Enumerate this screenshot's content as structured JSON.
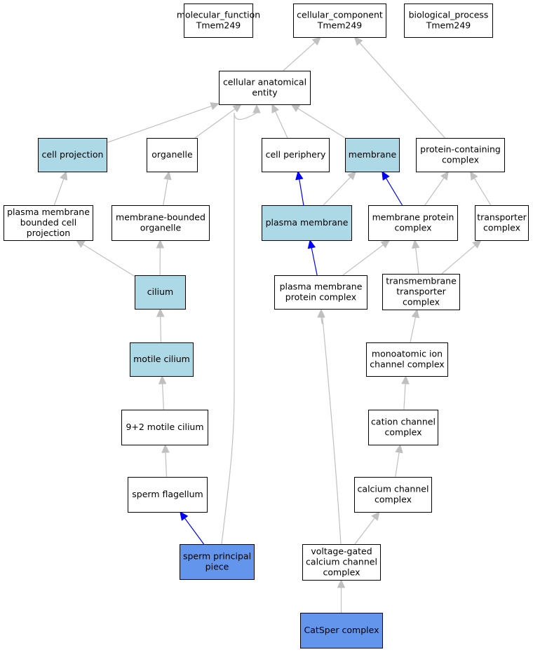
{
  "colors": {
    "plain": "#ffffff",
    "highlight": "#add8e6",
    "annotated": "#6495ed",
    "edge_default": "#c0c0c0",
    "edge_emphasis": "#0000ff"
  },
  "nodes": [
    {
      "id": "mf",
      "lines": [
        "molecular_function",
        "Tmem249"
      ],
      "style": "plain"
    },
    {
      "id": "cc",
      "lines": [
        "cellular_component",
        "Tmem249"
      ],
      "style": "plain"
    },
    {
      "id": "bp",
      "lines": [
        "biological_process",
        "Tmem249"
      ],
      "style": "plain"
    },
    {
      "id": "cae",
      "lines": [
        "cellular anatomical",
        "entity"
      ],
      "style": "plain"
    },
    {
      "id": "cproj",
      "lines": [
        "cell projection"
      ],
      "style": "highlight"
    },
    {
      "id": "org",
      "lines": [
        "organelle"
      ],
      "style": "plain"
    },
    {
      "id": "cper",
      "lines": [
        "cell periphery"
      ],
      "style": "plain"
    },
    {
      "id": "mem",
      "lines": [
        "membrane"
      ],
      "style": "highlight"
    },
    {
      "id": "pcc",
      "lines": [
        "protein-containing",
        "complex"
      ],
      "style": "plain"
    },
    {
      "id": "pmbcp",
      "lines": [
        "plasma membrane",
        "bounded cell",
        "projection"
      ],
      "style": "plain"
    },
    {
      "id": "mbo",
      "lines": [
        "membrane-bounded",
        "organelle"
      ],
      "style": "plain"
    },
    {
      "id": "pm",
      "lines": [
        "plasma membrane"
      ],
      "style": "highlight"
    },
    {
      "id": "mpc",
      "lines": [
        "membrane protein",
        "complex"
      ],
      "style": "plain"
    },
    {
      "id": "tc",
      "lines": [
        "transporter",
        "complex"
      ],
      "style": "plain"
    },
    {
      "id": "cil",
      "lines": [
        "cilium"
      ],
      "style": "highlight"
    },
    {
      "id": "pmpc",
      "lines": [
        "plasma membrane",
        "protein complex"
      ],
      "style": "plain"
    },
    {
      "id": "tmtc",
      "lines": [
        "transmembrane",
        "transporter",
        "complex"
      ],
      "style": "plain"
    },
    {
      "id": "mcil",
      "lines": [
        "motile cilium"
      ],
      "style": "highlight"
    },
    {
      "id": "mich",
      "lines": [
        "monoatomic ion",
        "channel complex"
      ],
      "style": "plain"
    },
    {
      "id": "m92",
      "lines": [
        "9+2 motile cilium"
      ],
      "style": "plain"
    },
    {
      "id": "cat",
      "lines": [
        "cation channel",
        "complex"
      ],
      "style": "plain"
    },
    {
      "id": "sf",
      "lines": [
        "sperm flagellum"
      ],
      "style": "plain"
    },
    {
      "id": "cach",
      "lines": [
        "calcium channel",
        "complex"
      ],
      "style": "plain"
    },
    {
      "id": "spp",
      "lines": [
        "sperm principal",
        "piece"
      ],
      "style": "annotated"
    },
    {
      "id": "vgcc",
      "lines": [
        "voltage-gated",
        "calcium channel",
        "complex"
      ],
      "style": "plain"
    },
    {
      "id": "csp",
      "lines": [
        "CatSper complex"
      ],
      "style": "annotated"
    }
  ],
  "edges": [
    {
      "from": "cae",
      "to": "cc",
      "style": "default"
    },
    {
      "from": "pcc",
      "to": "cc",
      "style": "default"
    },
    {
      "from": "cproj",
      "to": "cae",
      "style": "default"
    },
    {
      "from": "org",
      "to": "cae",
      "style": "default"
    },
    {
      "from": "cper",
      "to": "cae",
      "style": "default"
    },
    {
      "from": "mem",
      "to": "cae",
      "style": "default"
    },
    {
      "from": "spp",
      "to": "cae",
      "style": "default"
    },
    {
      "from": "pmbcp",
      "to": "cproj",
      "style": "default"
    },
    {
      "from": "mbo",
      "to": "org",
      "style": "default"
    },
    {
      "from": "pm",
      "to": "cper",
      "style": "emphasis"
    },
    {
      "from": "pm",
      "to": "mem",
      "style": "default"
    },
    {
      "from": "mpc",
      "to": "mem",
      "style": "emphasis"
    },
    {
      "from": "mpc",
      "to": "pcc",
      "style": "default"
    },
    {
      "from": "tc",
      "to": "pcc",
      "style": "default"
    },
    {
      "from": "cil",
      "to": "pmbcp",
      "style": "default"
    },
    {
      "from": "cil",
      "to": "mbo",
      "style": "default"
    },
    {
      "from": "pmpc",
      "to": "pm",
      "style": "emphasis"
    },
    {
      "from": "pmpc",
      "to": "mpc",
      "style": "default"
    },
    {
      "from": "tmtc",
      "to": "mpc",
      "style": "default"
    },
    {
      "from": "tmtc",
      "to": "tc",
      "style": "default"
    },
    {
      "from": "mcil",
      "to": "cil",
      "style": "default"
    },
    {
      "from": "mich",
      "to": "tmtc",
      "style": "default"
    },
    {
      "from": "m92",
      "to": "mcil",
      "style": "default"
    },
    {
      "from": "cat",
      "to": "mich",
      "style": "default"
    },
    {
      "from": "sf",
      "to": "m92",
      "style": "default"
    },
    {
      "from": "cach",
      "to": "cat",
      "style": "default"
    },
    {
      "from": "spp",
      "to": "sf",
      "style": "emphasis"
    },
    {
      "from": "vgcc",
      "to": "cach",
      "style": "default"
    },
    {
      "from": "vgcc",
      "to": "pmpc",
      "style": "default"
    },
    {
      "from": "csp",
      "to": "vgcc",
      "style": "default"
    }
  ]
}
